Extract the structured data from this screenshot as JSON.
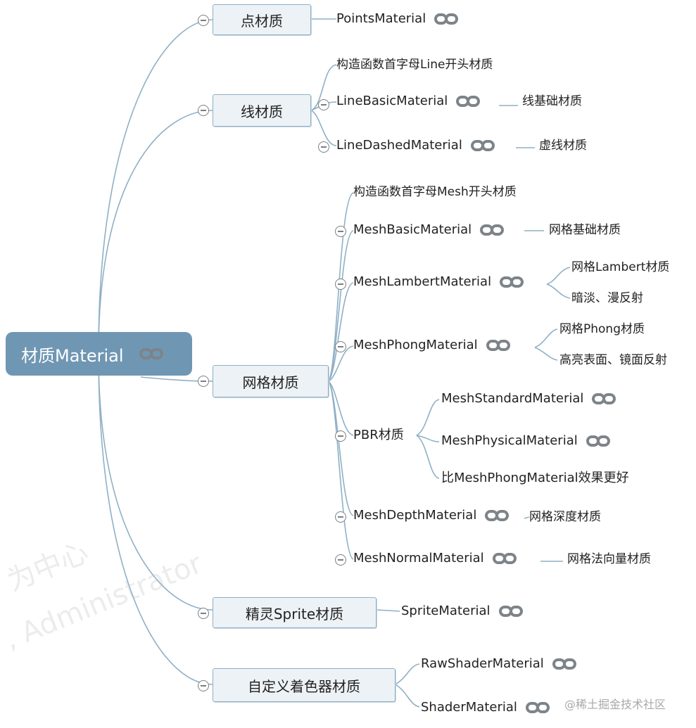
{
  "root": {
    "label": "材质Material"
  },
  "groups": {
    "points": {
      "label": "点材质",
      "items": [
        "PointsMaterial"
      ]
    },
    "line": {
      "label": "线材质",
      "note": "构造函数首字母Line开头材质",
      "items": [
        {
          "name": "LineBasicMaterial",
          "desc": "线基础材质"
        },
        {
          "name": "LineDashedMaterial",
          "desc": "虚线材质"
        }
      ]
    },
    "mesh": {
      "label": "网格材质",
      "note": "构造函数首字母Mesh开头材质",
      "basic": {
        "name": "MeshBasicMaterial",
        "desc": "网格基础材质"
      },
      "lambert": {
        "name": "MeshLambertMaterial",
        "desc1": "网格Lambert材质",
        "desc2": "暗淡、漫反射"
      },
      "phong": {
        "name": "MeshPhongMaterial",
        "desc1": "网格Phong材质",
        "desc2": "高亮表面、镜面反射"
      },
      "pbr": {
        "label": "PBR材质",
        "standard": "MeshStandardMaterial",
        "physical": "MeshPhysicalMaterial",
        "note": "比MeshPhongMaterial效果更好"
      },
      "depth": {
        "name": "MeshDepthMaterial",
        "desc": "网格深度材质"
      },
      "normal": {
        "name": "MeshNormalMaterial",
        "desc": "网格法向量材质"
      }
    },
    "sprite": {
      "label": "精灵Sprite材质",
      "items": [
        "SpriteMaterial"
      ]
    },
    "shader": {
      "label": "自定义着色器材质",
      "items": [
        "RawShaderMaterial",
        "ShaderMaterial"
      ]
    }
  },
  "watermark": {
    "line1": "为中心",
    "line2": ", Administrator"
  },
  "brand": "@稀土掘金技术社区",
  "colors": {
    "root_fill": "#6f97b3",
    "topic_fill": "#edf2f6",
    "connector": "#8fb0c6",
    "link_icon": "#7d8489"
  },
  "icons": {
    "link": "link-icon",
    "collapse": "collapse-icon"
  }
}
